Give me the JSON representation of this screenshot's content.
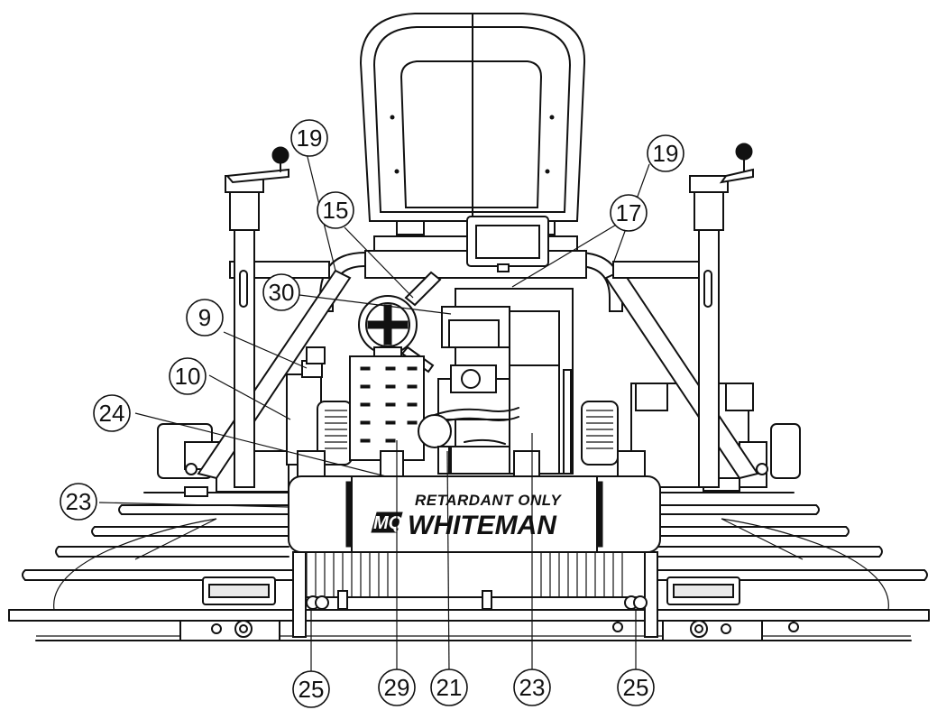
{
  "diagram": {
    "tank_label": {
      "line1": "RETARDANT ONLY",
      "logo_mark": "MQ",
      "brand": "WHITEMAN"
    },
    "callouts": [
      {
        "id": "c19-left",
        "label": "19"
      },
      {
        "id": "c15",
        "label": "15"
      },
      {
        "id": "c17",
        "label": "17"
      },
      {
        "id": "c19-right",
        "label": "19"
      },
      {
        "id": "c30",
        "label": "30"
      },
      {
        "id": "c9",
        "label": "9"
      },
      {
        "id": "c10",
        "label": "10"
      },
      {
        "id": "c24",
        "label": "24"
      },
      {
        "id": "c23-left",
        "label": "23"
      },
      {
        "id": "c25-left",
        "label": "25"
      },
      {
        "id": "c29",
        "label": "29"
      },
      {
        "id": "c21",
        "label": "21"
      },
      {
        "id": "c23-bottom",
        "label": "23"
      },
      {
        "id": "c25-right",
        "label": "25"
      }
    ]
  }
}
